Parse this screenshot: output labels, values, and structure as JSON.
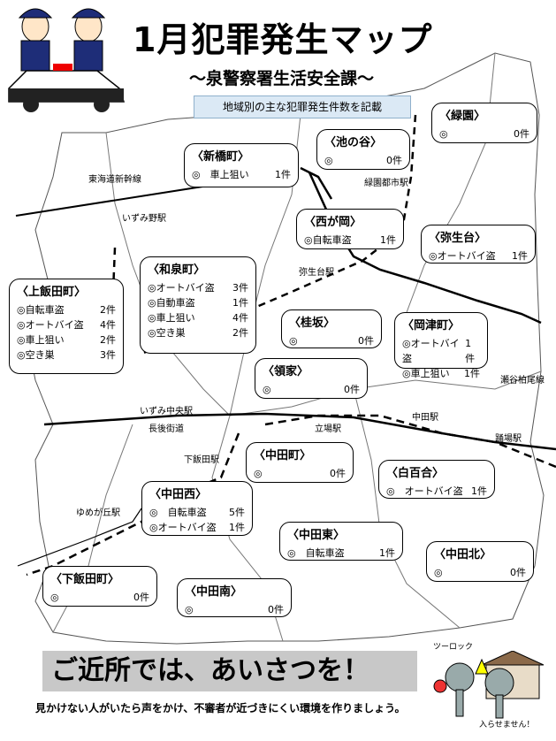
{
  "header": {
    "title": "1月犯罪発生マップ",
    "subtitle": "～泉警察署生活安全課～",
    "note": "地域別の主な犯罪発生件数を記載"
  },
  "labels": {
    "tokaido": "東海道新幹線",
    "izumino": "いずみ野駅",
    "ryokuentoshi": "緑園都市駅",
    "yayoidai": "弥生台駅",
    "shiodaikashio": "瀬谷柏尾線",
    "izumichuo": "いずみ中央駅",
    "nagoakaido": "長後街道",
    "tachiba": "立場駅",
    "nakada": "中田駅",
    "odoriba": "踊場駅",
    "shimoiida": "下飯田駅",
    "yumegaoka": "ゆめが丘駅"
  },
  "areas": [
    {
      "name": "〈緑園〉",
      "rows": [
        {
          "crime": "◎",
          "count": "0件"
        }
      ]
    },
    {
      "name": "〈池の谷〉",
      "rows": [
        {
          "crime": "◎",
          "count": "0件"
        }
      ]
    },
    {
      "name": "〈新橋町〉",
      "rows": [
        {
          "crime": "◎　車上狙い",
          "count": "1件"
        }
      ]
    },
    {
      "name": "〈西が岡〉",
      "rows": [
        {
          "crime": "◎自転車盗",
          "count": "1件"
        }
      ]
    },
    {
      "name": "〈弥生台〉",
      "rows": [
        {
          "crime": "◎オートバイ盗",
          "count": "1件"
        }
      ]
    },
    {
      "name": "〈和泉町〉",
      "rows": [
        {
          "crime": "◎オートバイ盗",
          "count": "3件"
        },
        {
          "crime": "◎自動車盗",
          "count": "1件"
        },
        {
          "crime": "◎車上狙い",
          "count": "4件"
        },
        {
          "crime": "◎空き巣",
          "count": "2件"
        }
      ]
    },
    {
      "name": "〈上飯田町〉",
      "rows": [
        {
          "crime": "◎自転車盗",
          "count": "2件"
        },
        {
          "crime": "◎オートバイ盗",
          "count": "4件"
        },
        {
          "crime": "◎車上狙い",
          "count": "2件"
        },
        {
          "crime": "◎空き巣",
          "count": "3件"
        }
      ]
    },
    {
      "name": "〈桂坂〉",
      "rows": [
        {
          "crime": "◎",
          "count": "0件"
        }
      ]
    },
    {
      "name": "〈岡津町〉",
      "rows": [
        {
          "crime": "◎オートバイ盗",
          "count": "1件"
        },
        {
          "crime": "◎車上狙い",
          "count": "1件"
        }
      ]
    },
    {
      "name": "〈領家〉",
      "rows": [
        {
          "crime": "◎",
          "count": "0件"
        }
      ]
    },
    {
      "name": "〈中田町〉",
      "rows": [
        {
          "crime": "◎",
          "count": "0件"
        }
      ]
    },
    {
      "name": "〈白百合〉",
      "rows": [
        {
          "crime": "◎　オートバイ盗",
          "count": "1件"
        }
      ]
    },
    {
      "name": "〈中田西〉",
      "rows": [
        {
          "crime": "◎　自転車盗",
          "count": "5件"
        },
        {
          "crime": "◎オートバイ盗",
          "count": "1件"
        }
      ]
    },
    {
      "name": "〈中田東〉",
      "rows": [
        {
          "crime": "◎　自転車盗",
          "count": "1件"
        }
      ]
    },
    {
      "name": "〈中田北〉",
      "rows": [
        {
          "crime": "◎",
          "count": "0件"
        }
      ]
    },
    {
      "name": "〈下飯田町〉",
      "rows": [
        {
          "crime": "◎",
          "count": "0件"
        }
      ]
    },
    {
      "name": "〈中田南〉",
      "rows": [
        {
          "crime": "◎",
          "count": "0件"
        }
      ]
    }
  ],
  "footer": {
    "slogan": "ご近所では、あいさつを！",
    "message": "見かけない人がいたら声をかけ、不審者が近づきにくい環境を作りましょう。",
    "twolock": "ツーロック",
    "secure": "入らせません！"
  },
  "colors": {
    "note_bg": "#dbe9f5",
    "slogan_bg": "#c8c8c8"
  }
}
